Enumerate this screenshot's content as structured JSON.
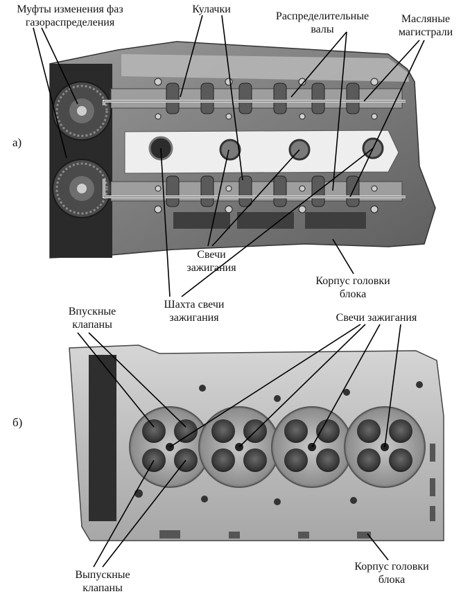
{
  "panel_a": {
    "marker": "а)",
    "labels": {
      "phase_couplings": [
        "Муфты изменения фаз",
        "газораспределения"
      ],
      "cams": [
        "Кулачки"
      ],
      "camshafts": [
        "Распределительные",
        "валы"
      ],
      "oil_lines": [
        "Масляные",
        "магистрали"
      ],
      "spark_plugs": [
        "Свечи",
        "зажигания"
      ],
      "plug_well": [
        "Шахта свечи",
        "зажигания"
      ],
      "head_body": [
        "Корпус головки",
        "блока"
      ]
    }
  },
  "panel_b": {
    "marker": "б)",
    "labels": {
      "intake_valves": [
        "Впускные",
        "клапаны"
      ],
      "spark_plugs": [
        "Свечи зажигания"
      ],
      "exhaust_valves": [
        "Выпускные",
        "клапаны"
      ],
      "head_body": [
        "Корпус головки",
        "блока"
      ]
    }
  }
}
